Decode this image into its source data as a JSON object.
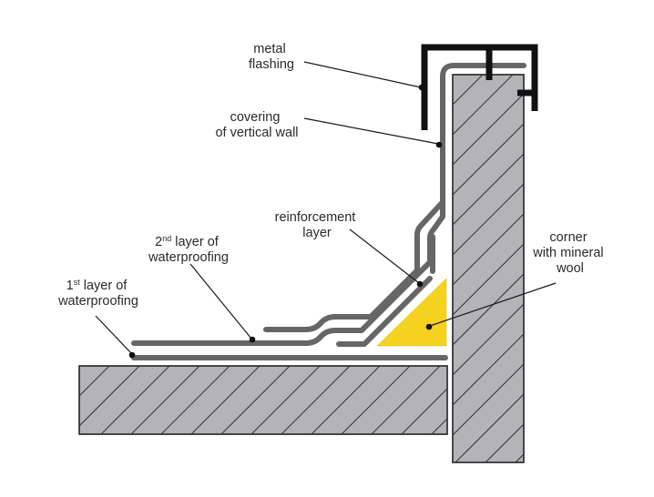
{
  "title": "Waterproofing detail at wall-to-slab junction",
  "labels": {
    "metal_flashing": [
      "metal",
      "flashing"
    ],
    "covering": [
      "covering",
      "of vertical wall"
    ],
    "reinforcement": [
      "reinforcement",
      "layer"
    ],
    "second_layer": {
      "num": "2",
      "sup": "nd",
      "rest": " layer of",
      "line2": "waterproofing"
    },
    "first_layer": {
      "num": "1",
      "sup": "st",
      "rest": " layer of",
      "line2": "waterproofing"
    },
    "mineral_wool": [
      "corner",
      "with mineral",
      "wool"
    ]
  },
  "colors": {
    "concrete": "#b4b4b8",
    "membrane": "#666666",
    "flashing": "#111111",
    "mineral_wool": "#f5d21f"
  }
}
